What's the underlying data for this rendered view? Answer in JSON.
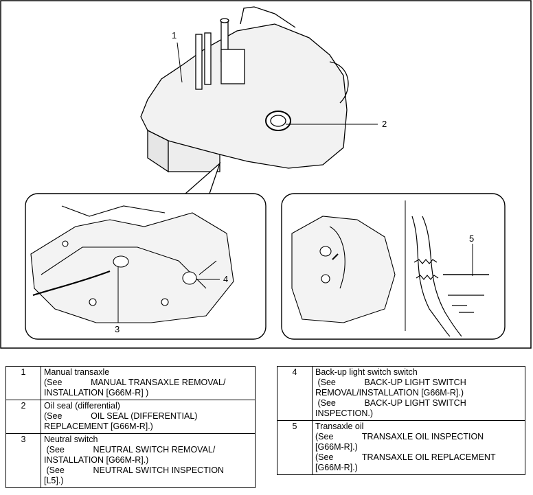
{
  "callouts": [
    "1",
    "2",
    "3",
    "4",
    "5"
  ],
  "legend_left": [
    {
      "num": "1",
      "lines": [
        "Manual transaxle",
        "(See            MANUAL TRANSAXLE REMOVAL/",
        "INSTALLATION [G66M-R] )"
      ]
    },
    {
      "num": "2",
      "lines": [
        "Oil seal (differential)",
        "(See            OIL SEAL (DIFFERENTIAL)",
        "REPLACEMENT [G66M-R].)"
      ]
    },
    {
      "num": "3",
      "lines": [
        "Neutral switch",
        " (See            NEUTRAL SWITCH REMOVAL/",
        "INSTALLATION [G66M-R].)",
        " (See            NEUTRAL SWITCH INSPECTION",
        "[L5].)"
      ]
    }
  ],
  "legend_right": [
    {
      "num": "4",
      "lines": [
        "Back-up light switch switch",
        " (See            BACK-UP LIGHT SWITCH",
        "REMOVAL/INSTALLATION [G66M-R].)",
        " (See            BACK-UP LIGHT SWITCH",
        "INSPECTION.)"
      ]
    },
    {
      "num": "5",
      "lines": [
        "Transaxle oil",
        "(See            TRANSAXLE OIL INSPECTION",
        "[G66M-R].)",
        "(See            TRANSAXLE OIL REPLACEMENT",
        "[G66M-R].)"
      ]
    }
  ]
}
